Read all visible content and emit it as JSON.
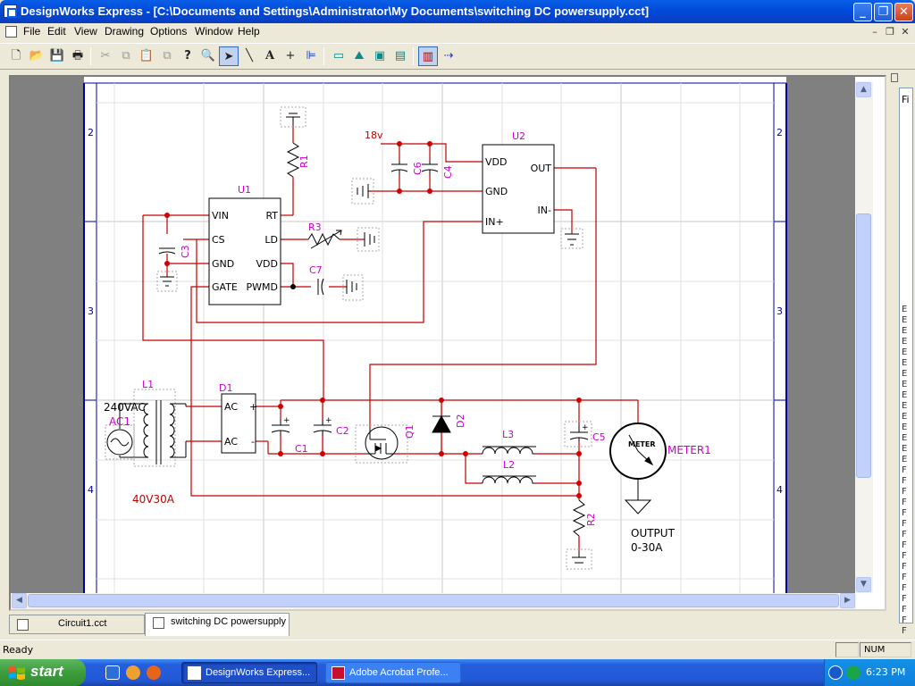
{
  "window": {
    "title": "DesignWorks Express - [C:\\Documents and Settings\\Administrator\\My Documents\\switching DC powersupply.cct]"
  },
  "menu": [
    "File",
    "Edit",
    "View",
    "Drawing",
    "Options",
    "Window",
    "Help"
  ],
  "toolbar": {
    "tools": [
      "new-icon",
      "open-icon",
      "save-icon",
      "print-icon",
      "cut-icon",
      "copy-icon",
      "paste-icon",
      "duplicate-icon",
      "help-icon",
      "zoom-icon",
      "pointer-icon",
      "wire-icon",
      "text-icon",
      "crosshair-icon",
      "bus-icon",
      "view1-icon",
      "view2-icon",
      "view3-icon",
      "view4-icon",
      "parts-icon",
      "connector-icon"
    ]
  },
  "schematic": {
    "row_labels": [
      "2",
      "3",
      "4"
    ],
    "supply_label": "18v",
    "parts": {
      "u1": {
        "name": "U1",
        "pins_left": [
          "VIN",
          "CS",
          "GND",
          "GATE"
        ],
        "pins_right": [
          "RT",
          "LD",
          "VDD",
          "PWMD"
        ]
      },
      "u2": {
        "name": "U2",
        "pins_left": [
          "VDD",
          "GND",
          "IN+"
        ],
        "pins_right": [
          "OUT",
          "IN-"
        ]
      },
      "d1": {
        "name": "D1",
        "pin_ac1": "AC",
        "pin_ac2": "AC",
        "pin_plus": "+",
        "pin_minus": "-"
      },
      "r1": "R1",
      "r2": "R2",
      "r3": "R3",
      "c1": "C1",
      "c2": "C2",
      "c3": "C3",
      "c4": "C4",
      "c5": "C5",
      "c6": "C6",
      "c7": "C7",
      "l1": "L1",
      "l2": "L2",
      "l3": "L3",
      "q1": "Q1",
      "d2": "D2",
      "ac1": {
        "name": "AC1",
        "label": "240VAC"
      },
      "meter": {
        "name": "METER1",
        "face": "METER"
      }
    },
    "notes": {
      "rating": "40V30A",
      "output_line1": "OUTPUT",
      "output_line2": "0-30A"
    },
    "colors": {
      "wire": "#C00000",
      "component": "#000000",
      "label": "#CC00CC",
      "grid": "#C8C8C8",
      "border": "#0000A0"
    }
  },
  "tabs": [
    {
      "label": "Circuit1.cct"
    },
    {
      "label": "switching DC powersupply"
    }
  ],
  "right_panel": {
    "label": "Fi",
    "list": [
      "E",
      "E",
      "E",
      "E",
      "E",
      "E",
      "E",
      "E",
      "E",
      "E",
      "E",
      "E",
      "E",
      "E",
      "E",
      "F",
      "F",
      "F",
      "F",
      "F",
      "F",
      "F",
      "F",
      "F",
      "F",
      "F",
      "F",
      "F",
      "F",
      "F",
      "F"
    ]
  },
  "status": {
    "text": "Ready",
    "num": "NUM"
  },
  "taskbar": {
    "start": "start",
    "buttons": [
      {
        "label": "DesignWorks Express..."
      },
      {
        "label": "Adobe Acrobat Profe..."
      }
    ],
    "clock": "6:23 PM"
  }
}
